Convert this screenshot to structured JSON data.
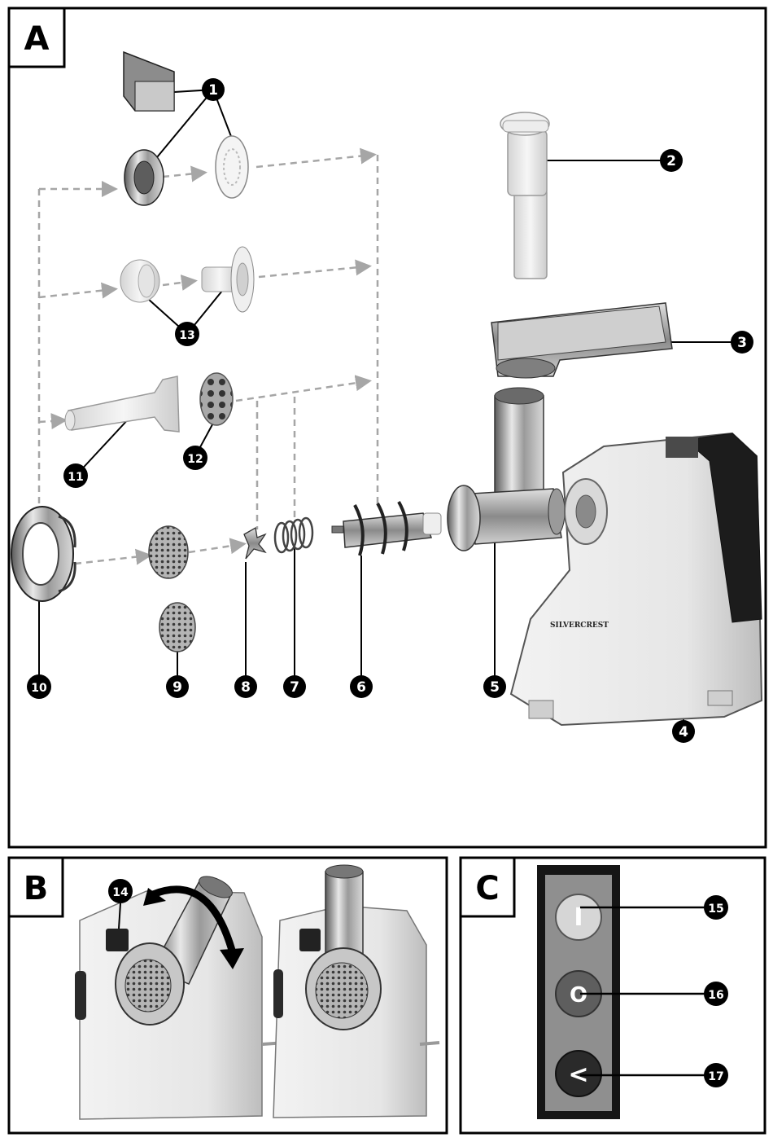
{
  "sections": {
    "a": "A",
    "b": "B",
    "c": "C"
  },
  "callouts": {
    "n1": "1",
    "n2": "2",
    "n3": "3",
    "n4": "4",
    "n5": "5",
    "n6": "6",
    "n7": "7",
    "n8": "8",
    "n9": "9",
    "n10": "10",
    "n11": "11",
    "n12": "12",
    "n13": "13",
    "n14": "14",
    "n15": "15",
    "n16": "16",
    "n17": "17"
  },
  "brand": {
    "logo_text": "SILVERCREST"
  },
  "control_panel": {
    "button_on_symbol": "I",
    "button_off_symbol": "O",
    "button_reverse_symbol": "<"
  }
}
